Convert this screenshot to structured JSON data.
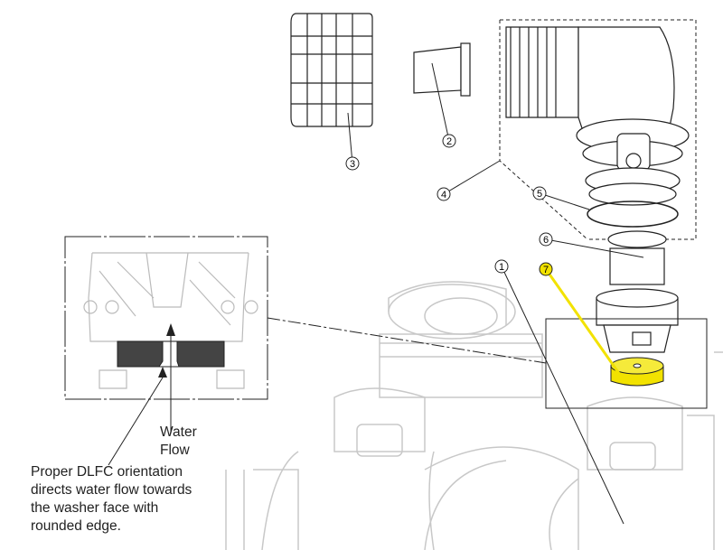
{
  "callouts": [
    "1",
    "2",
    "3",
    "4",
    "5",
    "6",
    "7"
  ],
  "flow_label": {
    "line1": "Water",
    "line2": "Flow"
  },
  "note": {
    "line1": "Proper DLFC orientation",
    "line2": "directs water flow towards",
    "line3": "the washer face with",
    "line4": "rounded edge."
  },
  "colors": {
    "highlight": "#f2e200",
    "line": "#222222",
    "faded": "#c8c8c8",
    "fill_dark": "#444444"
  }
}
